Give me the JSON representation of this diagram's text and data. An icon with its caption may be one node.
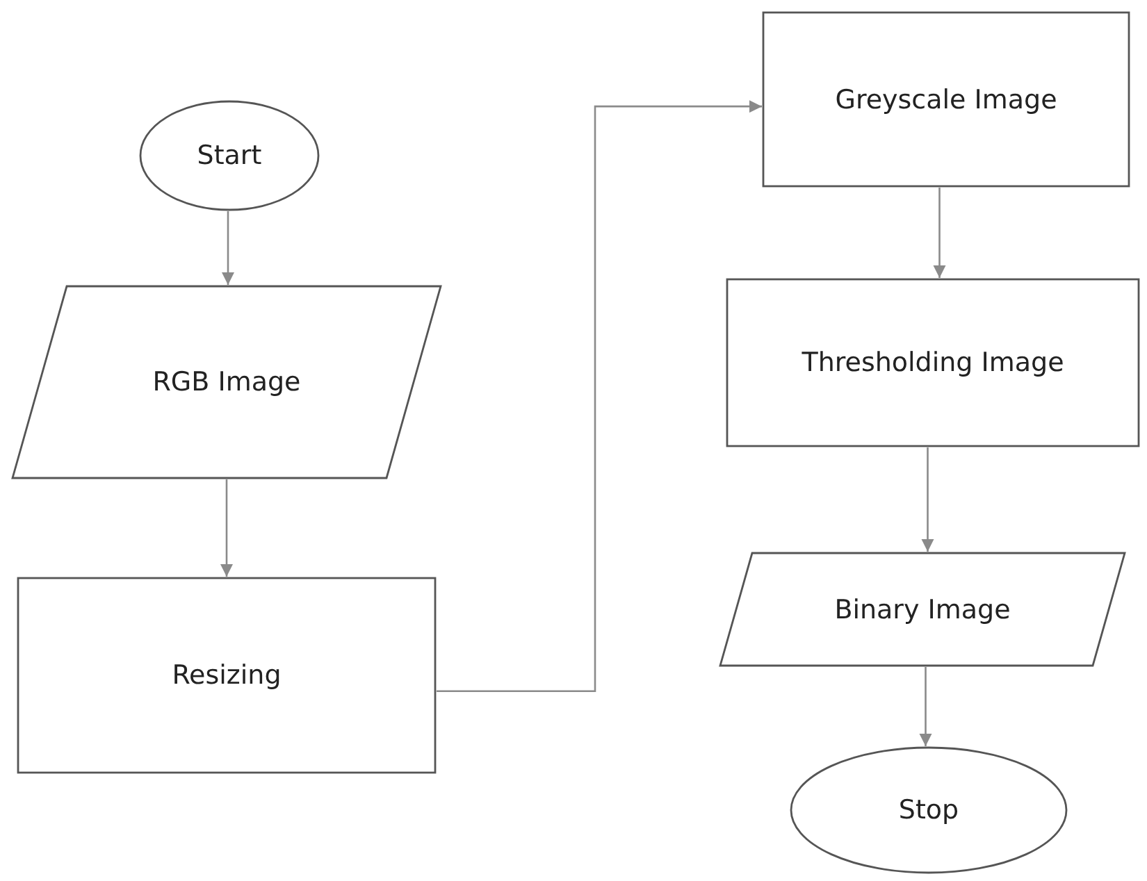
{
  "diagram": {
    "nodes": [
      {
        "text": [
          "Start"
        ]
      },
      {
        "text": [
          "RGB Image"
        ]
      },
      {
        "text": [
          "Resizing"
        ]
      },
      {
        "text": [
          "Greyscale Image"
        ]
      },
      {
        "text": [
          "Thresholding Image"
        ]
      },
      {
        "text": [
          "Binary Image"
        ]
      },
      {
        "text": [
          "Stop"
        ]
      }
    ],
    "edges": [
      {
        "from": 0,
        "to": 1,
        "arrow": "to"
      },
      {
        "from": 1,
        "to": 2,
        "arrow": "to"
      },
      {
        "from": 2,
        "to": 3,
        "arrow": "to"
      },
      {
        "from": 3,
        "to": 4,
        "arrow": "to"
      },
      {
        "from": 4,
        "to": 5,
        "arrow": "to"
      },
      {
        "from": 5,
        "to": 6,
        "arrow": "to"
      }
    ]
  }
}
